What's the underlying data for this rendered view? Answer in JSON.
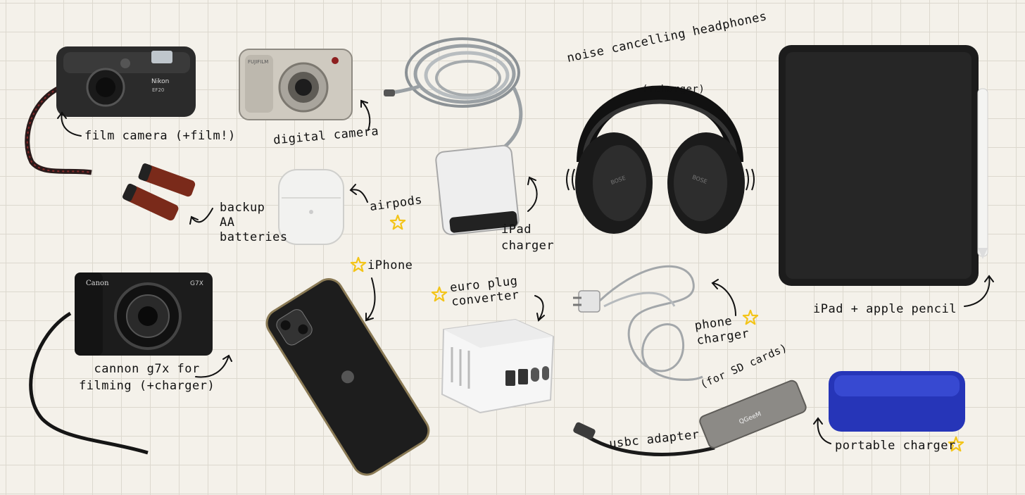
{
  "labels": {
    "film_camera": "film camera (+film!)",
    "digital_camera": "digital camera",
    "backup_batteries": "backup\nAA\nbatteries",
    "airpods": "airpods",
    "ipad_charger": "iPad\ncharger",
    "headphones": "noise cancelling headphones",
    "headphones_charger": "(+charger)",
    "ipad_pencil": "iPad + apple pencil",
    "cannon": "cannon g7x for\nfilming (+charger)",
    "iphone": "iPhone",
    "euro_plug": "euro plug\nconverter",
    "phone_charger": "phone\ncharger",
    "usbc_adapter": "usbc adapter",
    "for_sd": "(for SD cards)",
    "portable_charger": "portable charger"
  },
  "brands": {
    "nikon": "Nikon",
    "nikon_model": "EF20",
    "fujifilm": "FUJIFILM",
    "canon": "Canon",
    "g7x": "G7X",
    "bose_left": "BOSE",
    "bose_right": "BOSE",
    "adapter_brand": "QGeeM"
  },
  "colors": {
    "star": "#f3c418",
    "ink": "#111111"
  }
}
